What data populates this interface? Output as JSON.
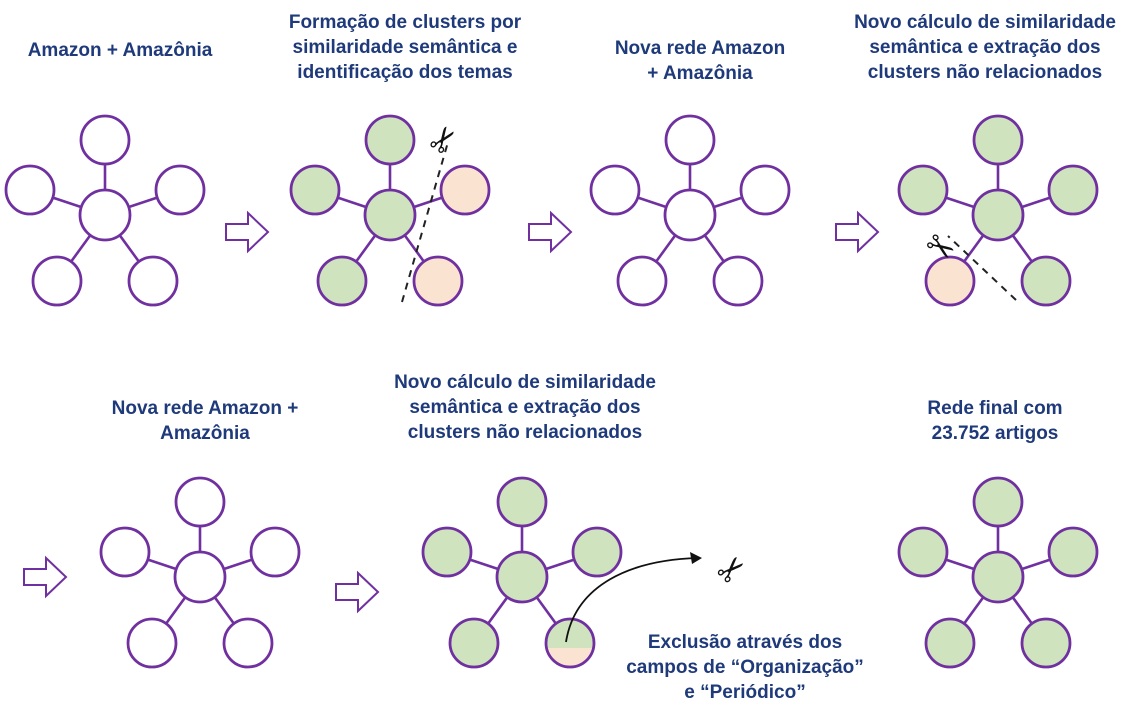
{
  "captions": {
    "net1": [
      "Amazon + Amazônia"
    ],
    "net2": [
      "Formação de clusters por",
      "similaridade semântica e",
      "identificação dos temas"
    ],
    "net3": [
      "Nova rede Amazon",
      "+ Amazônia"
    ],
    "net4": [
      "Novo cálculo de similaridade",
      "semântica e extração dos",
      "clusters não relacionados"
    ],
    "net5": [
      "Nova rede Amazon +",
      "Amazônia"
    ],
    "net6": [
      "Novo cálculo de similaridade",
      "semântica e extração dos",
      "clusters não relacionados"
    ],
    "net7": [
      "Rede final com",
      "23.752 artigos"
    ],
    "exclusion": [
      "Exclusão através dos",
      "campos de “Organização”",
      "e “Periódico”"
    ]
  },
  "colors": {
    "text": "#1f3a7a",
    "stroke": "#7030a0",
    "green": "#cfe3bf",
    "peach": "#fbe3d2",
    "white": "#ffffff"
  },
  "networks": [
    {
      "id": "net1",
      "center": "white",
      "nodes": [
        "white",
        "white",
        "white",
        "white",
        "white"
      ]
    },
    {
      "id": "net2",
      "center": "green",
      "nodes": [
        "green",
        "peach",
        "peach",
        "green",
        "green"
      ]
    },
    {
      "id": "net3",
      "center": "white",
      "nodes": [
        "white",
        "white",
        "white",
        "white",
        "white"
      ]
    },
    {
      "id": "net4",
      "center": "green",
      "nodes": [
        "green",
        "green",
        "green",
        "peach",
        "green"
      ]
    },
    {
      "id": "net5",
      "center": "white",
      "nodes": [
        "white",
        "white",
        "white",
        "white",
        "white"
      ]
    },
    {
      "id": "net6",
      "center": "green",
      "nodes": [
        "green",
        "green",
        "half",
        "green",
        "green"
      ]
    },
    {
      "id": "net7",
      "center": "green",
      "nodes": [
        "green",
        "green",
        "green",
        "green",
        "green"
      ]
    }
  ],
  "icons": {
    "arrow": "hollow-right-arrow-icon",
    "scissors": "scissors-icon",
    "scissors_glyph": "✂"
  }
}
